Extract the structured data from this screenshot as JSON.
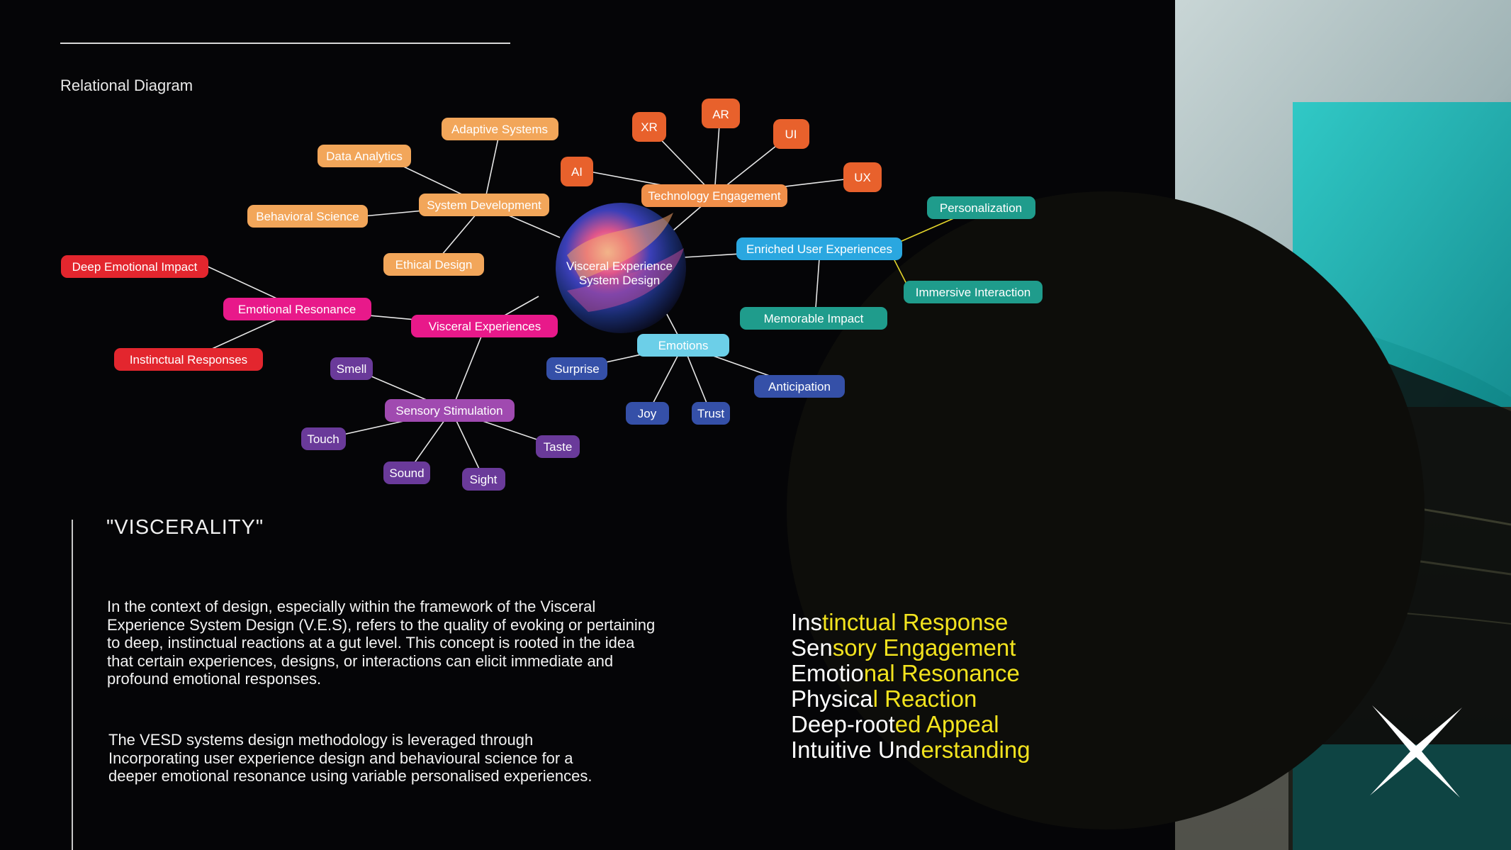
{
  "page": {
    "section_label": "Relational Diagram",
    "heading": "\"VISCERALITY\"",
    "paragraph_1": "In the context of design, especially within the framework of the Visceral Experience System Design (V.E.S), refers to the quality of evoking or pertaining to deep, instinctual reactions at a gut level. This concept is rooted in the idea that certain experiences, designs, or interactions can elicit immediate and profound emotional responses.",
    "paragraph_2": "The VESD systems design methodology is leveraged through Incorporating user experience design and behavioural science for a deeper emotional resonance using variable personalised experiences."
  },
  "keywords": [
    {
      "white": "Ins",
      "yellow": "tinctual Response"
    },
    {
      "white": "Sen",
      "yellow": "sory Engagement"
    },
    {
      "white": "Emotio",
      "yellow": "nal Resonance"
    },
    {
      "white": "Physica",
      "yellow": "l Reaction"
    },
    {
      "white": "Deep-root",
      "yellow": "ed Appeal"
    },
    {
      "white": "Intuitive Und",
      "yellow": "erstanding"
    }
  ],
  "colors": {
    "system_development": "#f2a65a",
    "technology": "#e8612c",
    "enriched": "#2aa7e0",
    "teal": "#1f9c8c",
    "emotions": "#6ccfe8",
    "emotion_children": "#3550a8",
    "visceral": "#e8198a",
    "red": "#e3262e",
    "sensory": "#a04ab0",
    "sensory_children": "#6a3a9a",
    "keyword_yellow": "#f2e31e"
  },
  "diagram": {
    "center": {
      "line1": "Visceral Experience",
      "line2": "System Design"
    },
    "nodes": {
      "adaptive_systems": "Adaptive Systems",
      "data_analytics": "Data Analytics",
      "system_development": "System Development",
      "behavioral_science": "Behavioral Science",
      "ethical_design": "Ethical Design",
      "ai": "AI",
      "xr": "XR",
      "ar": "AR",
      "ui": "UI",
      "ux": "UX",
      "technology_engagement": "Technology Engagement",
      "personalization": "Personalization",
      "enriched_user_experiences": "Enriched User Experiences",
      "immersive_interaction": "Immersive Interaction",
      "memorable_impact": "Memorable Impact",
      "deep_emotional_impact": "Deep Emotional Impact",
      "emotional_resonance": "Emotional Resonance",
      "visceral_experiences": "Visceral Experiences",
      "instinctual_responses": "Instinctual Responses",
      "emotions": "Emotions",
      "surprise": "Surprise",
      "anticipation": "Anticipation",
      "joy": "Joy",
      "trust": "Trust",
      "smell": "Smell",
      "sensory_stimulation": "Sensory Stimulation",
      "touch": "Touch",
      "taste": "Taste",
      "sound": "Sound",
      "sight": "Sight"
    }
  }
}
